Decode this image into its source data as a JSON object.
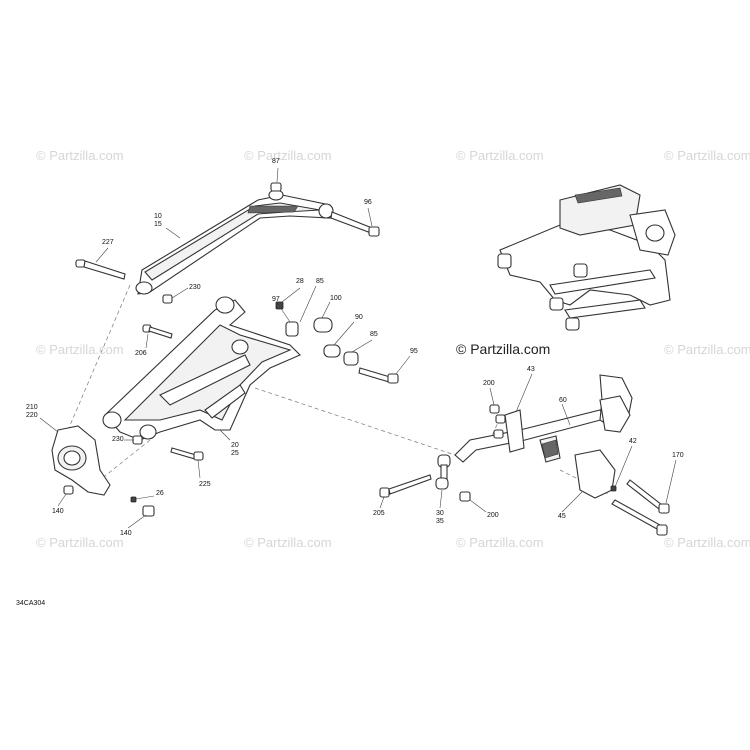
{
  "watermark": {
    "text": "© Partzilla.com",
    "primary_text": "© Partzilla.com"
  },
  "diagram_code": "34CA304",
  "callouts": [
    {
      "id": "c87",
      "text": "87"
    },
    {
      "id": "c96",
      "text": "96"
    },
    {
      "id": "c10_15",
      "text": "10\n15"
    },
    {
      "id": "c227",
      "text": "227"
    },
    {
      "id": "c230a",
      "text": "230"
    },
    {
      "id": "c206",
      "text": "206"
    },
    {
      "id": "c28",
      "text": "28"
    },
    {
      "id": "c97",
      "text": "97"
    },
    {
      "id": "c85a",
      "text": "85"
    },
    {
      "id": "c100",
      "text": "100"
    },
    {
      "id": "c90",
      "text": "90"
    },
    {
      "id": "c85b",
      "text": "85"
    },
    {
      "id": "c95",
      "text": "95"
    },
    {
      "id": "c210_220",
      "text": "210\n220"
    },
    {
      "id": "c230b",
      "text": "230"
    },
    {
      "id": "c20_25",
      "text": "20\n25"
    },
    {
      "id": "c225",
      "text": "225"
    },
    {
      "id": "c26",
      "text": "26"
    },
    {
      "id": "c140a",
      "text": "140"
    },
    {
      "id": "c140b",
      "text": "140"
    },
    {
      "id": "c200a",
      "text": "200"
    },
    {
      "id": "c43",
      "text": "43"
    },
    {
      "id": "c60",
      "text": "60"
    },
    {
      "id": "c42",
      "text": "42"
    },
    {
      "id": "c170",
      "text": "170"
    },
    {
      "id": "c205",
      "text": "205"
    },
    {
      "id": "c30_35",
      "text": "30\n35"
    },
    {
      "id": "c200b",
      "text": "200"
    },
    {
      "id": "c45",
      "text": "45"
    }
  ]
}
